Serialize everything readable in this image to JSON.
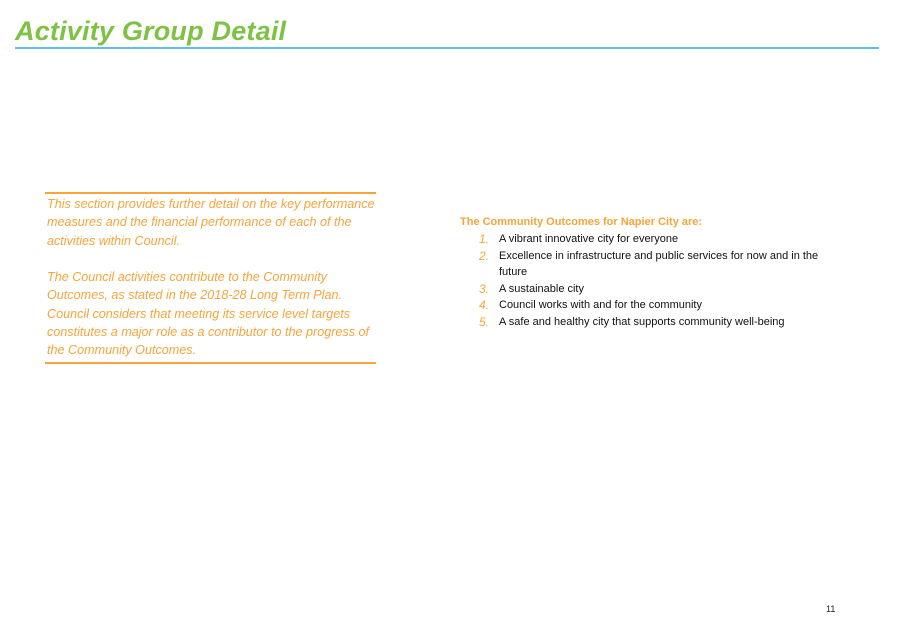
{
  "page": {
    "title": "Activity Group Detail",
    "page_number": "11"
  },
  "intro": {
    "paragraphs": [
      "This section provides further detail on the key performance measures and the financial performance of each of the activities within Council.",
      "The Council activities contribute to the Community Outcomes, as stated in the 2018-28 Long Term Plan. Council considers that meeting its service level targets constitutes a major role as a contributor to the progress of the Community Outcomes."
    ]
  },
  "outcomes": {
    "heading": "The Community Outcomes for Napier City are:",
    "items": [
      {
        "number": "1.",
        "text": "A vibrant innovative city for everyone"
      },
      {
        "number": "2.",
        "text": "Excellence in infrastructure and public services for now and in the future"
      },
      {
        "number": "3.",
        "text": "A sustainable city"
      },
      {
        "number": "4.",
        "text": "Council works with and for the community"
      },
      {
        "number": "5.",
        "text": "A safe and healthy city that supports community well-being"
      }
    ]
  },
  "colors": {
    "title_green": "#7dc242",
    "rule_blue": "#5bc0eb",
    "accent_orange": "#f7a43b"
  }
}
